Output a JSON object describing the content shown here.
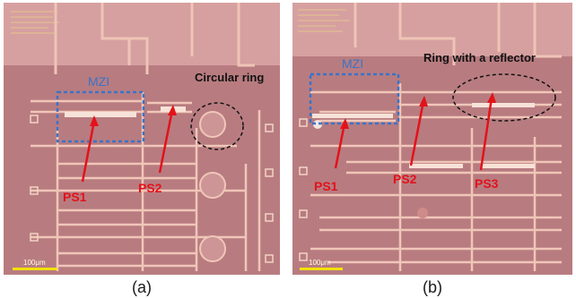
{
  "panel_a": {
    "caption": "(a)",
    "labels": {
      "mzi": "MZI",
      "ring": "Circular ring",
      "ps1": "PS1",
      "ps2": "PS2",
      "scale": "100μm"
    }
  },
  "panel_b": {
    "caption": "(b)",
    "labels": {
      "mzi": "MZI",
      "ring": "Ring with a reflector",
      "ps1": "PS1",
      "ps2": "PS2",
      "ps3": "PS3",
      "scale": "100μm"
    }
  },
  "colors": {
    "chip_background": "#d49a9a",
    "chip_dark": "#b57a7e",
    "waveguide": "#f0c6b8",
    "arrow_red": "#e3121a",
    "mzi_box_blue": "#3a73c8",
    "scale_bar": "#f2e200"
  }
}
